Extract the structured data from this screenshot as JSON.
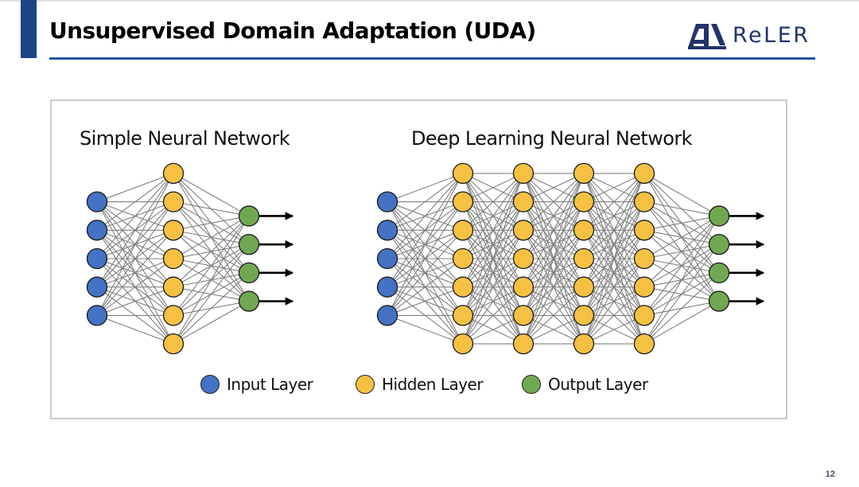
{
  "slide": {
    "title": "Unsupervised Domain Adaptation (UDA)",
    "logo_text": "ReLER",
    "page_number": "12",
    "accent_color": "#1b4587"
  },
  "figure": {
    "networks": [
      {
        "id": "simple",
        "title": "Simple Neural Network",
        "layers": [
          {
            "type": "input",
            "nodes": 5
          },
          {
            "type": "hidden",
            "nodes": 7
          },
          {
            "type": "output",
            "nodes": 4
          }
        ]
      },
      {
        "id": "deep",
        "title": "Deep Learning Neural Network",
        "layers": [
          {
            "type": "input",
            "nodes": 5
          },
          {
            "type": "hidden",
            "nodes": 7
          },
          {
            "type": "hidden",
            "nodes": 7
          },
          {
            "type": "hidden",
            "nodes": 7
          },
          {
            "type": "hidden",
            "nodes": 7
          },
          {
            "type": "output",
            "nodes": 4
          }
        ]
      }
    ],
    "legend": [
      {
        "type": "input",
        "label": "Input Layer",
        "color": "#4472c4"
      },
      {
        "type": "hidden",
        "label": "Hidden Layer",
        "color": "#f6c143"
      },
      {
        "type": "output",
        "label": "Output Layer",
        "color": "#70a852"
      }
    ],
    "colors": {
      "input": "#4472c4",
      "hidden": "#f6c143",
      "output": "#70a852",
      "edge": "#808080",
      "arrow": "#000000"
    }
  }
}
